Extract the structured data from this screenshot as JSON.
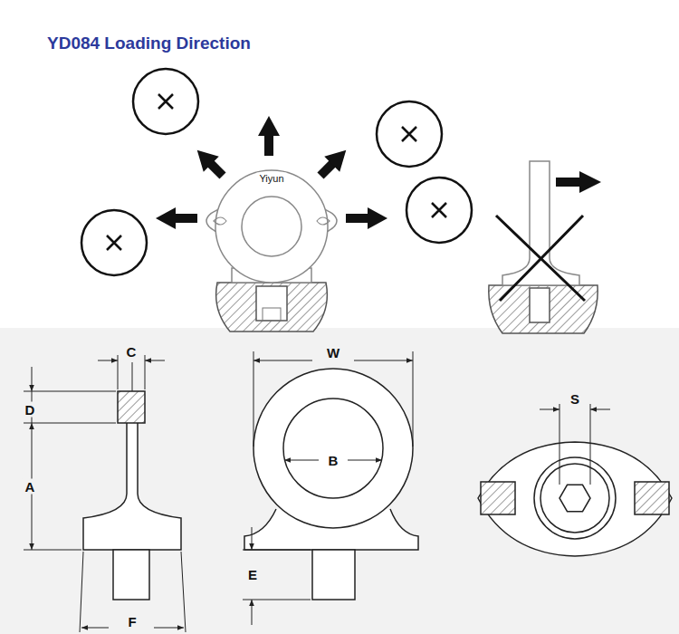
{
  "diagram": {
    "title": "YD084 Loading Direction",
    "labels": [
      "Yiyun",
      "C",
      "D",
      "A",
      "W",
      "B",
      "S",
      "E",
      "F"
    ]
  }
}
